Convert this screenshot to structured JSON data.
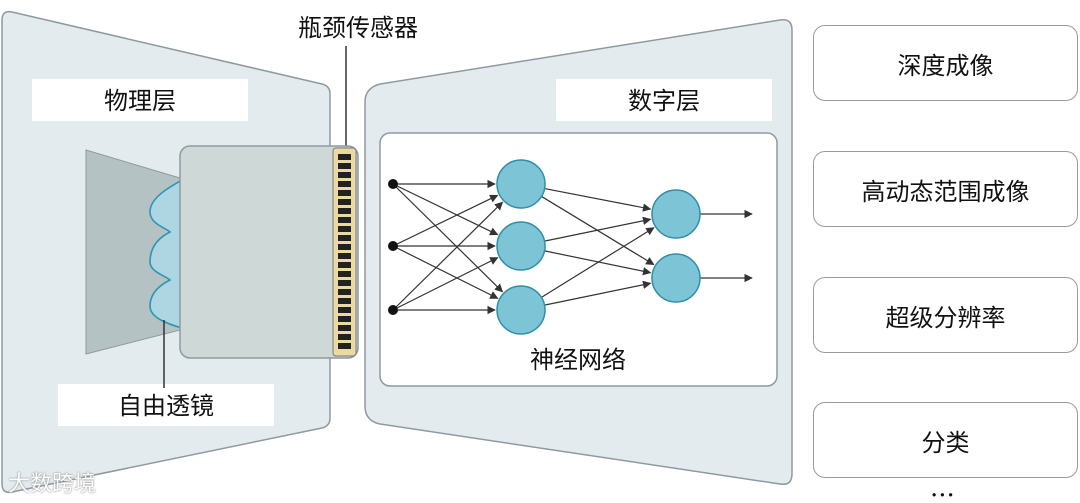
{
  "labels": {
    "physical_layer": "物理层",
    "sensor": "瓶颈传感器",
    "digital_layer": "数字层",
    "lens": "自由透镜",
    "neural_network": "神经网络"
  },
  "applications": [
    "深度成像",
    "高动态范围成像",
    "超级分辨率",
    "分类"
  ],
  "more": "...",
  "watermark": "大数跨境",
  "colors": {
    "panel_fill": "#e4ebee",
    "panel_stroke": "#8e9aa0",
    "sensor_body": "#cdd8d7",
    "lens_fill": "#aed6e2",
    "lens_stroke": "#2e95b3",
    "cone_fill": "#b4c2c4",
    "pixel_strip": "#ead9a3",
    "node_fill": "#7cc4d6",
    "node_stroke": "#2f8ea8"
  }
}
